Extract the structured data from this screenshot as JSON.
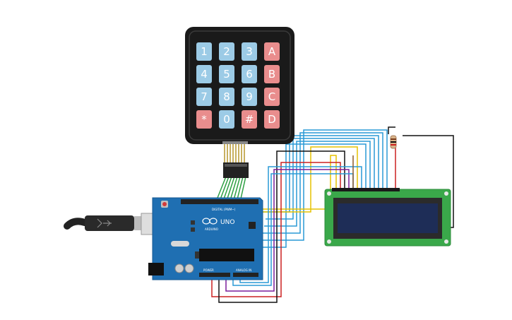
{
  "keypad": {
    "keys": [
      [
        "1",
        "2",
        "3",
        "A"
      ],
      [
        "4",
        "5",
        "6",
        "B"
      ],
      [
        "7",
        "8",
        "9",
        "C"
      ],
      [
        "*",
        "0",
        "#",
        "D"
      ]
    ],
    "colors": {
      "number": "#9ccbe6",
      "letter": "#e98d8d",
      "body": "#1a1a1a"
    }
  },
  "arduino": {
    "board_label": "UNO",
    "digital_label": "DIGITAL (PWM~)",
    "power_label": "POWER",
    "analog_label": "ANALOG IN",
    "colors": {
      "board": "#1f6fb2",
      "header": "#222222"
    }
  },
  "lcd": {
    "colors": {
      "pcb": "#3aa84a",
      "screen": "#1e2d57"
    }
  },
  "wire_colors": {
    "blue": "#2a9ad6",
    "yellow": "#e6c200",
    "red": "#cc2020",
    "black": "#111111",
    "purple": "#7a1f9c",
    "green": "#2ea043",
    "brown": "#8b5a2b"
  }
}
